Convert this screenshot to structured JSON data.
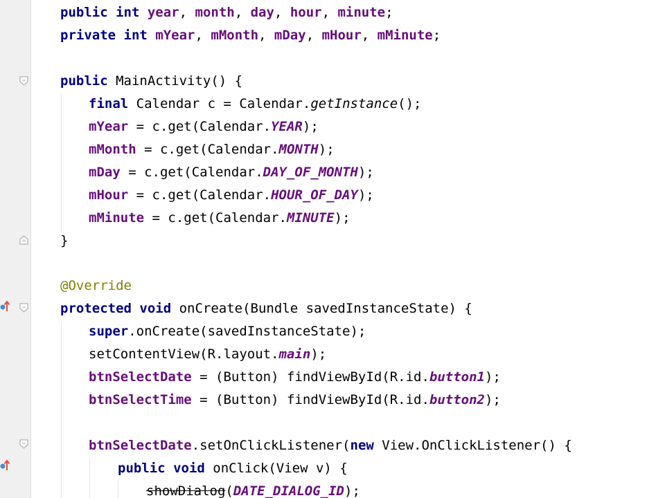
{
  "colors": {
    "keyword": "#000080",
    "field": "#660e7a",
    "annotation": "#808000",
    "text": "#000000",
    "gutter": "#f0f0f0"
  },
  "code": {
    "l1": {
      "kw1": "public int",
      "sp1": " ",
      "f1": "year",
      "sep1": ", ",
      "f2": "month",
      "sep2": ", ",
      "f3": "day",
      "sep3": ", ",
      "f4": "hour",
      "sep4": ", ",
      "f5": "minute",
      "end": ";"
    },
    "l2": {
      "kw1": "private int",
      "sp1": " ",
      "f1": "mYear",
      "sep1": ", ",
      "f2": "mMonth",
      "sep2": ", ",
      "f3": "mDay",
      "sep3": ", ",
      "f4": "mHour",
      "sep4": ", ",
      "f5": "mMinute",
      "end": ";"
    },
    "l3": {
      "kw1": "public",
      "rest": " MainActivity() {"
    },
    "l4": {
      "kw1": "final",
      "mid": " Calendar c = Calendar.",
      "call": "getInstance",
      "end": "();"
    },
    "l5": {
      "field": "mYear",
      "mid": " = c.get(Calendar.",
      "const": "YEAR",
      "end": ");"
    },
    "l6": {
      "field": "mMonth",
      "mid": " = c.get(Calendar.",
      "const": "MONTH",
      "end": ");"
    },
    "l7": {
      "field": "mDay",
      "mid": " = c.get(Calendar.",
      "const": "DAY_OF_MONTH",
      "end": ");"
    },
    "l8": {
      "field": "mHour",
      "mid": " = c.get(Calendar.",
      "const": "HOUR_OF_DAY",
      "end": ");"
    },
    "l9": {
      "field": "mMinute",
      "mid": " = c.get(Calendar.",
      "const": "MINUTE",
      "end": ");"
    },
    "l10": {
      "text": "}"
    },
    "l11": {
      "anno": "@Override"
    },
    "l12": {
      "kw1": "protected void",
      "rest": " onCreate(Bundle savedInstanceState) {"
    },
    "l13": {
      "kw1": "super",
      "rest": ".onCreate(savedInstanceState);"
    },
    "l14": {
      "pre": "setContentView(R.layout.",
      "field": "main",
      "end": ");"
    },
    "l15": {
      "field": "btnSelectDate",
      "mid": " = (Button) findViewById(R.id.",
      "const": "button1",
      "end": ");"
    },
    "l16": {
      "field": "btnSelectTime",
      "mid": " = (Button) findViewById(R.id.",
      "const": "button2",
      "end": ");"
    },
    "l17": {
      "field": "btnSelectDate",
      "mid": ".setOnClickListener(",
      "kw1": "new",
      "end": " View.OnClickListener() {"
    },
    "l18": {
      "kw1": "public void",
      "rest": " onClick(View v) {"
    },
    "l19": {
      "dep": "showDialog",
      "mid": "(",
      "const": "DATE_DIALOG_ID",
      "end": ");"
    }
  },
  "gutter": {
    "fold_icon": "fold-marker-icon",
    "override_icon": "override-arrow-icon"
  }
}
